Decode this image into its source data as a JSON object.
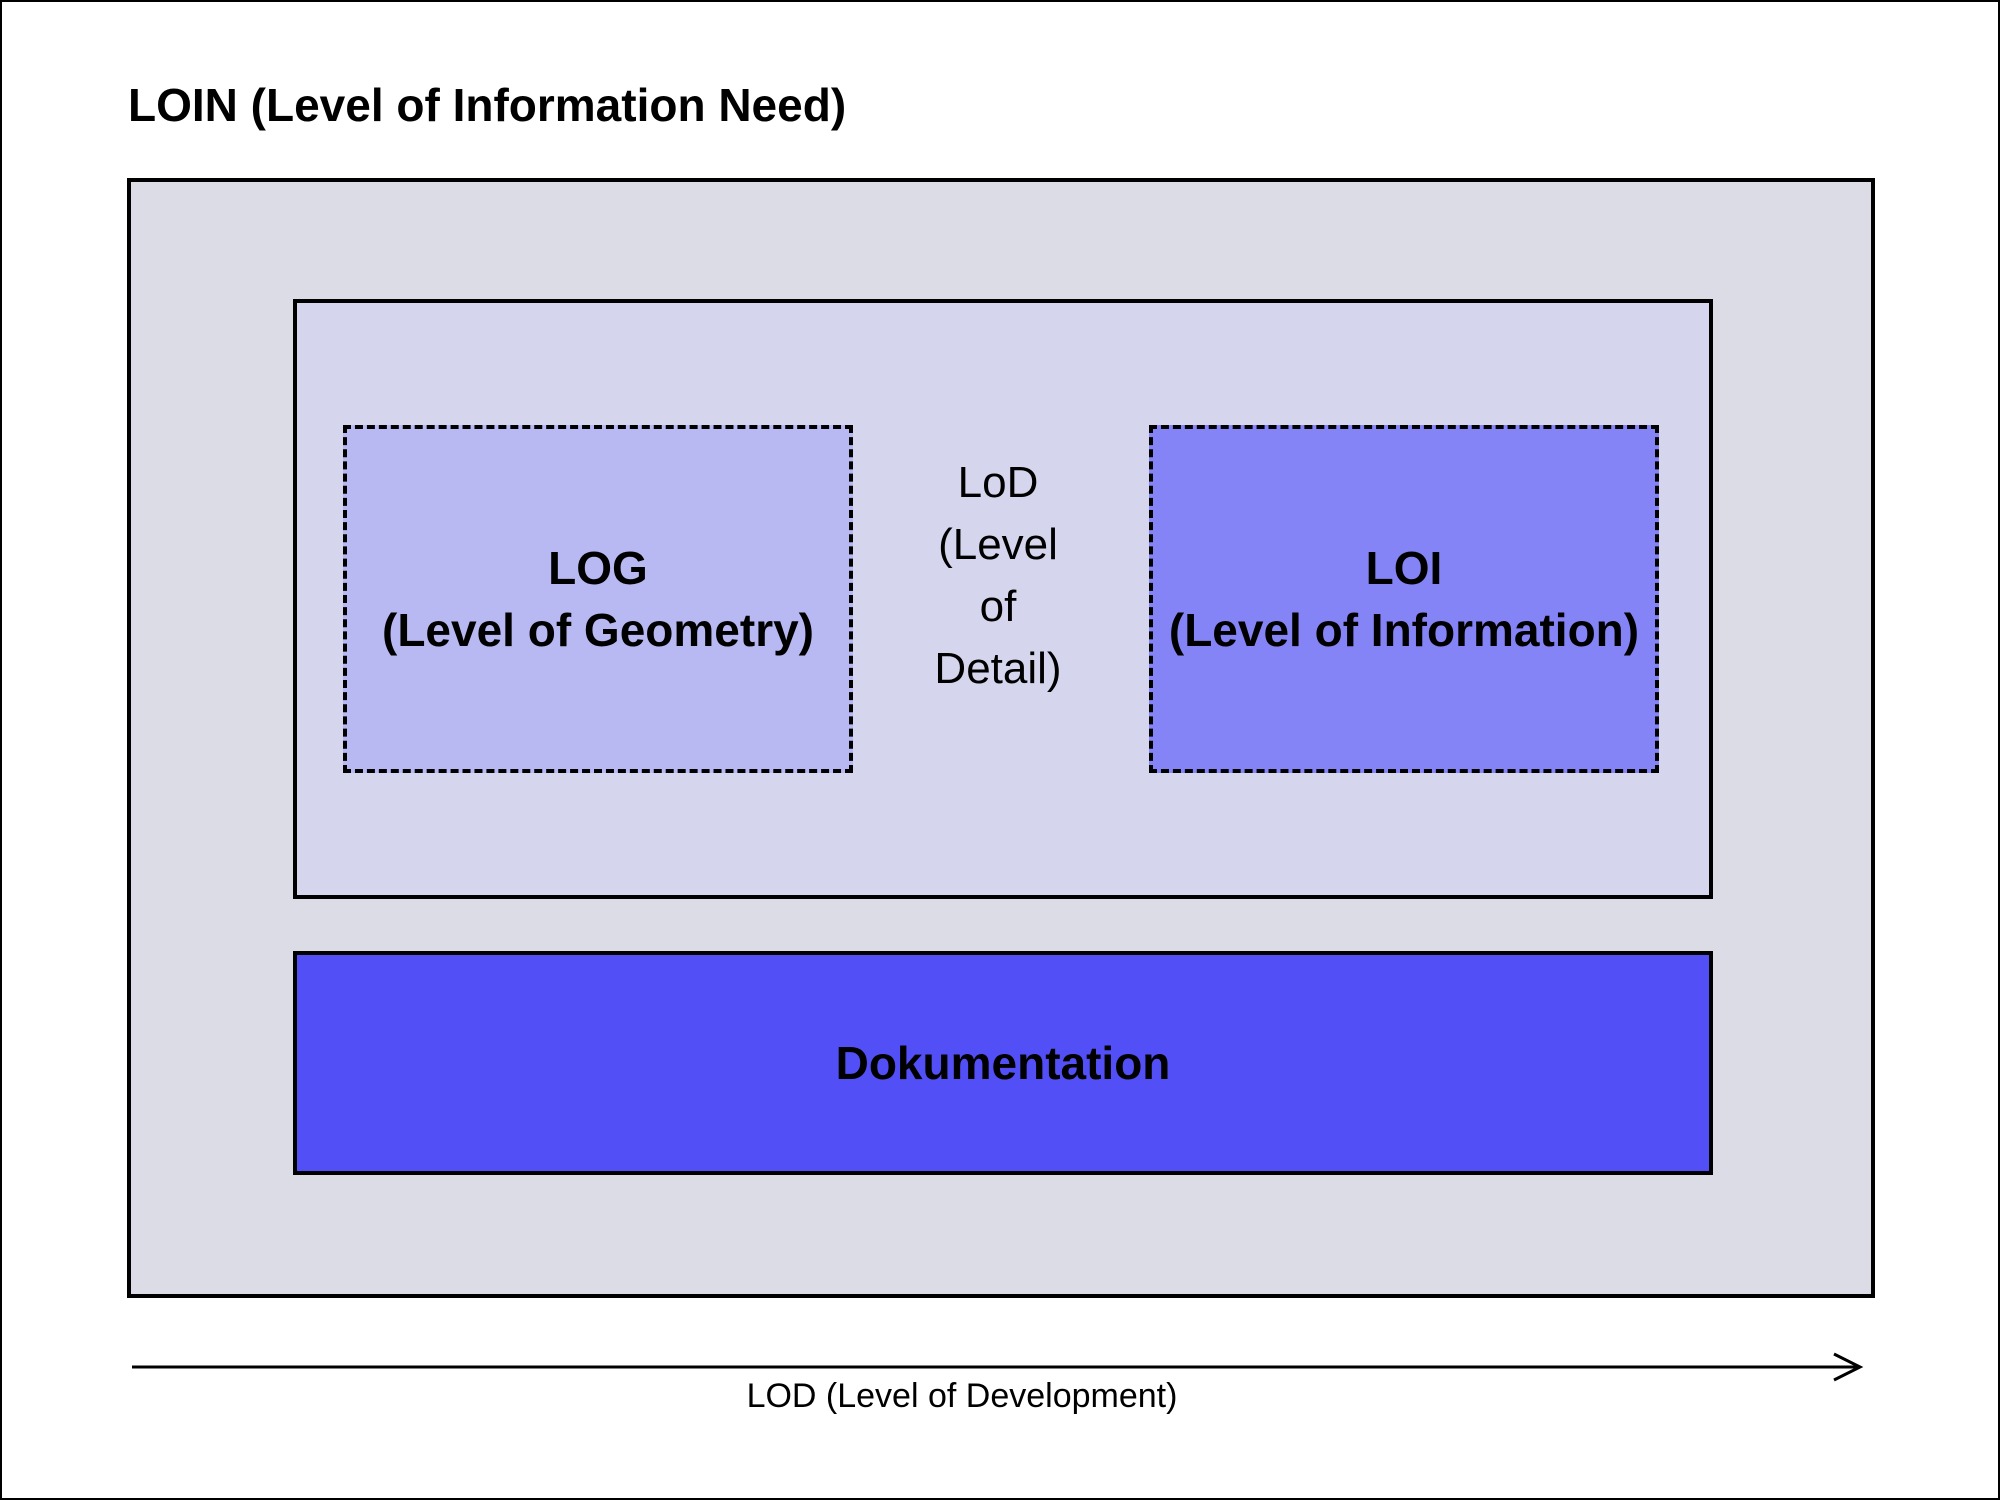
{
  "diagram": {
    "title": "LOIN (Level of Information Need)",
    "log_box": {
      "line1": "LOG",
      "line2": "(Level of Geometry)"
    },
    "lod_label": {
      "line1": "LoD",
      "line2": "(Level",
      "line3": "of",
      "line4": "Detail)"
    },
    "loi_box": {
      "line1": "LOI",
      "line2": "(Level of Information)"
    },
    "documentation_box": {
      "label": "Dokumentation"
    },
    "axis_label": "LOD (Level of Development)"
  },
  "colors": {
    "outer_background": "#dcdce6",
    "lod_background": "#d5d5ee",
    "log_background": "#b8b8f2",
    "loi_background": "#8484f6",
    "documentation_background": "#524ff7",
    "stroke": "#000000"
  }
}
